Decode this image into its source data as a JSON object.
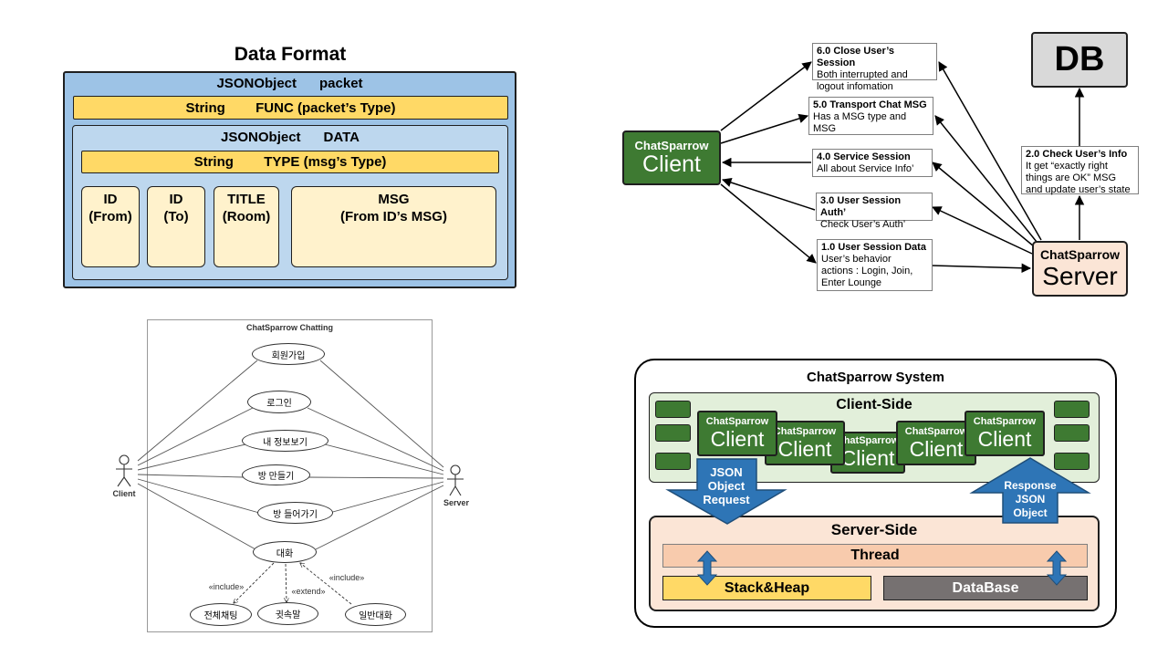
{
  "data_format": {
    "title": "Data Format",
    "packet_row": "JSONObject      packet",
    "func_row": "String        FUNC (packet’s Type)",
    "data_row": "JSONObject      DATA",
    "type_row": "String        TYPE (msg’s Type)",
    "cells": [
      "ID\n(From)",
      "ID\n(To)",
      "TITLE\n(Room)",
      "MSG\n(From ID’s MSG)"
    ]
  },
  "flow": {
    "client": {
      "small": "ChatSparrow",
      "big": "Client"
    },
    "server": {
      "small": "ChatSparrow",
      "big": "Server"
    },
    "db": "DB",
    "boxes": [
      {
        "title": "6.0 Close User’s Session",
        "desc": "Both interrupted and\nlogout infomation"
      },
      {
        "title": "5.0 Transport Chat MSG",
        "desc": "Has a MSG type and\nMSG"
      },
      {
        "title": "4.0 Service Session",
        "desc": "All about Service Info’"
      },
      {
        "title": "3.0 User Session Auth’",
        "desc": "Check User’s Auth’"
      },
      {
        "title": "1.0 User Session Data",
        "desc": "User’s behavior\nactions : Login, Join,\nEnter Lounge"
      },
      {
        "title": "2.0 Check User’s Info",
        "desc": "It get “exactly right\nthings are OK” MSG\nand update user’s state"
      }
    ]
  },
  "usecase": {
    "title": "ChatSparrow Chatting",
    "client_actor": "Client",
    "server_actor": "Server",
    "cases": [
      "회원가입",
      "로그인",
      "내 정보보기",
      "방 만들기",
      "방 들어가기",
      "대화"
    ],
    "sub_cases": [
      "전체채팅",
      "귓속말",
      "일반대화"
    ],
    "relations": [
      "«include»",
      "«extend»",
      "«include»"
    ]
  },
  "system": {
    "title": "ChatSparrow System",
    "client_side": "Client-Side",
    "server_side": "Server-Side",
    "client_small": "ChatSparrow",
    "client_big": "Client",
    "request_arrow": "JSON\nObject\nRequest",
    "response_arrow": "Response\nJSON\nObject",
    "thread": "Thread",
    "stack_heap": "Stack&Heap",
    "database": "DataBase"
  },
  "colors": {
    "blue": "#9dc3e6",
    "light_blue": "#bdd7ee",
    "yellow": "#ffd966",
    "cream": "#fff2cc",
    "green": "#3e7a32",
    "peach": "#fbe5d6",
    "arrow_blue": "#2e75b6",
    "gray": "#767171"
  }
}
